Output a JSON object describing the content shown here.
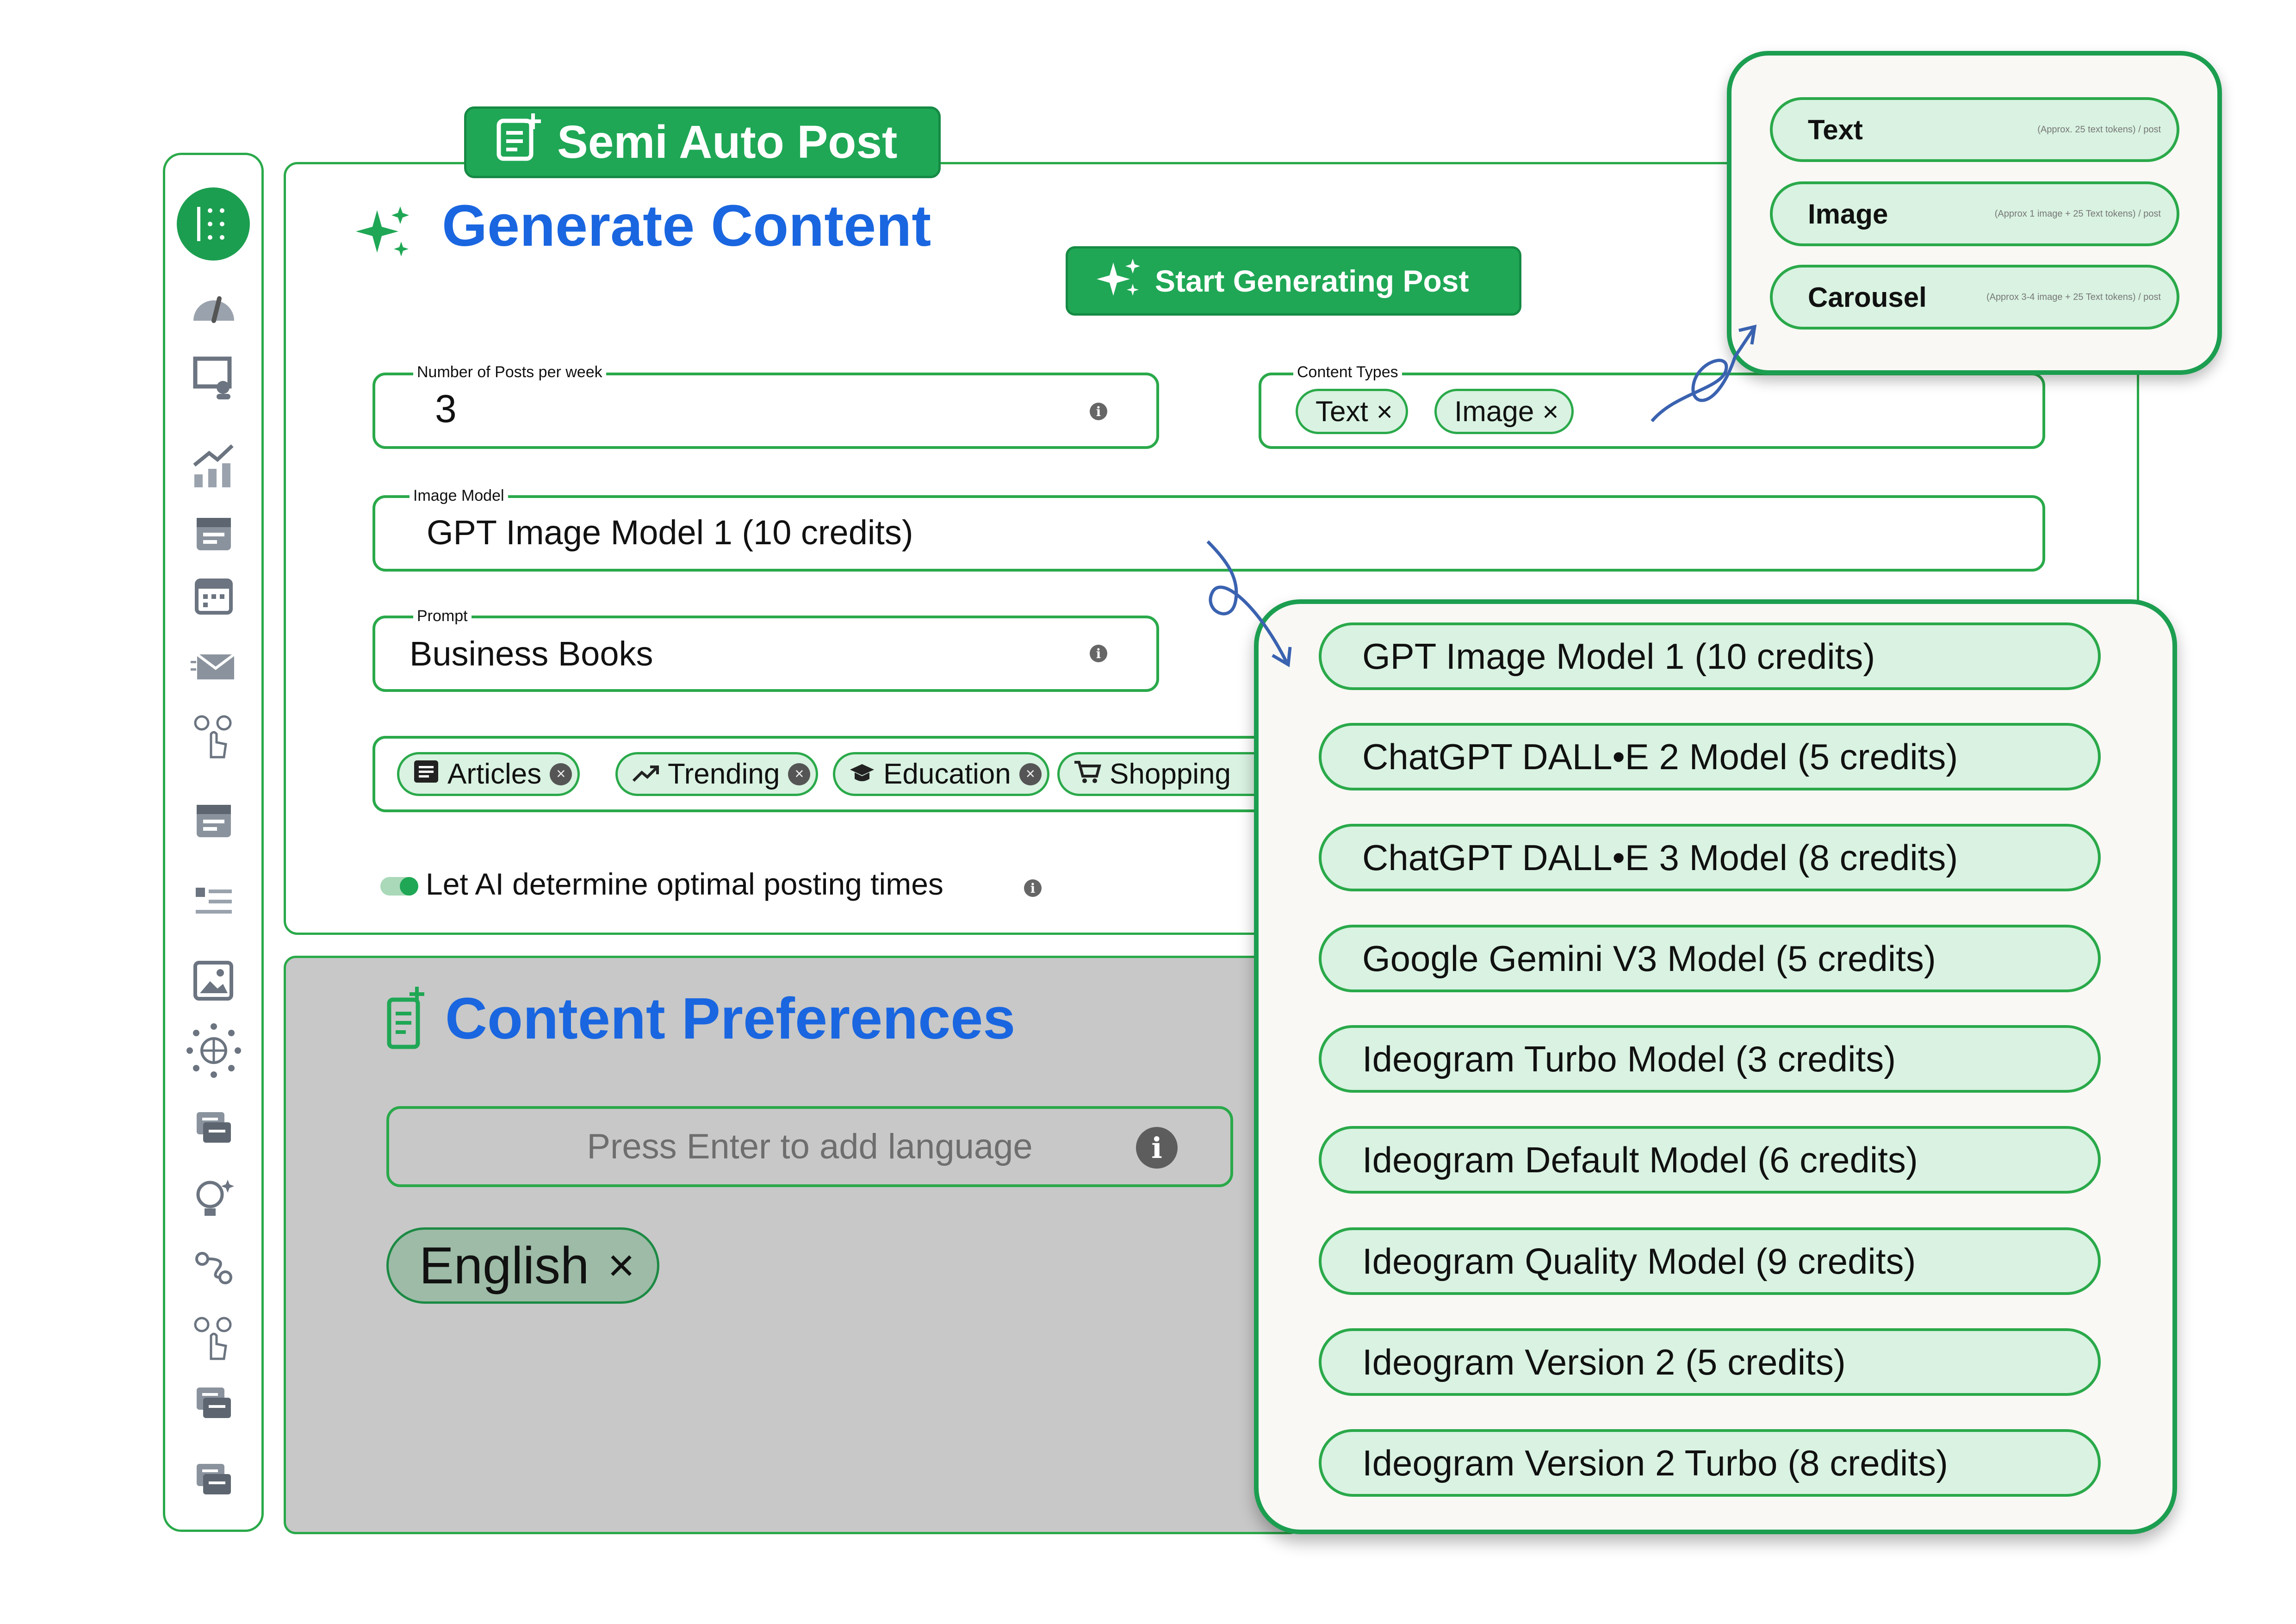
{
  "badge": {
    "label": "Semi Auto Post",
    "icon": "document-plus-icon"
  },
  "sidebar": {
    "items": [
      "dashboard-gauge-icon",
      "presentation-icon",
      "analytics-chart-icon",
      "calendar-list-icon",
      "calendar-icon",
      "send-mail-icon",
      "tap-select-icon",
      "calendar-notes-icon",
      "list-icon",
      "image-edit-icon",
      "globe-network-icon",
      "chat-icon",
      "idea-bulb-icon",
      "workflow-icon",
      "tap-select-icon-2",
      "chat-icon-2",
      "chat-icon-3"
    ]
  },
  "generate": {
    "title": "Generate Content",
    "start_button": "Start Generating Post",
    "posts_per_week": {
      "legend": "Number of Posts per week",
      "value": "3"
    },
    "content_types": {
      "legend": "Content Types",
      "chips": [
        "Text",
        "Image"
      ]
    },
    "image_model": {
      "legend": "Image Model",
      "value": "GPT Image Model 1 (10 credits)"
    },
    "prompt": {
      "legend": "Prompt",
      "value": "Business Books"
    },
    "categories": [
      "Articles",
      "Trending",
      "Education",
      "Shopping"
    ],
    "ai_toggle": {
      "label": "Let AI determine optimal posting times",
      "on": true
    }
  },
  "preferences": {
    "title": "Content Preferences",
    "language_placeholder": "Press Enter to add language",
    "languages": [
      "English"
    ]
  },
  "content_type_options": [
    {
      "label": "Text",
      "sub": "(Approx. 25 text tokens) / post"
    },
    {
      "label": "Image",
      "sub": "(Approx 1 image + 25 Text tokens) / post"
    },
    {
      "label": "Carousel",
      "sub": "(Approx 3-4 image + 25 Text tokens) / post"
    }
  ],
  "image_model_options": [
    "GPT Image Model 1 (10 credits)",
    "ChatGPT DALL•E 2 Model (5 credits)",
    "ChatGPT DALL•E 3 Model (8 credits)",
    "Google Gemini V3 Model (5 credits)",
    "Ideogram Turbo Model (3 credits)",
    "Ideogram Default Model (6 credits)",
    "Ideogram Quality Model (9 credits)",
    "Ideogram Version 2 (5 credits)",
    "Ideogram Version 2 Turbo (8 credits)"
  ],
  "colors": {
    "brand_green": "#1fa755",
    "accent_blue": "#1a66e0",
    "chip_bg": "#d9f2e1"
  }
}
